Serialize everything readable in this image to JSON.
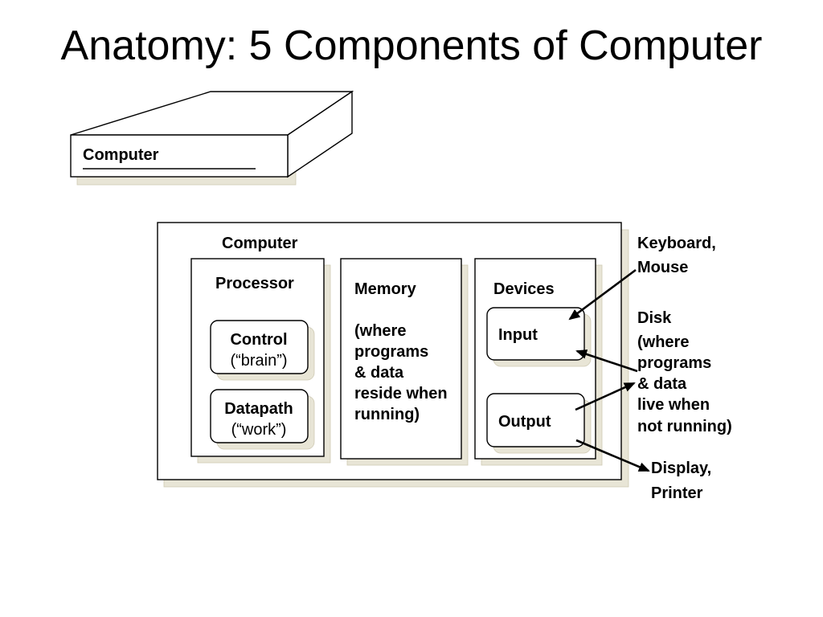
{
  "title": "Anatomy: 5 Components of Computer",
  "box3d": {
    "label": "Computer"
  },
  "diagram": {
    "computer_label": "Computer",
    "processor": {
      "label": "Processor",
      "control": {
        "label": "Control",
        "sub": "(“brain”)"
      },
      "datapath": {
        "label": "Datapath",
        "sub": "(“work”)"
      }
    },
    "memory": {
      "label": "Memory",
      "description": [
        "(where",
        "programs",
        "& data",
        "reside when",
        "running)"
      ]
    },
    "devices": {
      "label": "Devices",
      "input": "Input",
      "output": "Output"
    }
  },
  "annotations": {
    "keyboard_mouse": [
      "Keyboard,",
      "Mouse"
    ],
    "disk": {
      "label": "Disk",
      "description": [
        "(where",
        "programs",
        "& data",
        "live when",
        "not running)"
      ]
    },
    "display_printer": [
      "Display,",
      "Printer"
    ]
  },
  "colors": {
    "accent_red": "#c0504d",
    "shadow": "#e8e5d6"
  }
}
